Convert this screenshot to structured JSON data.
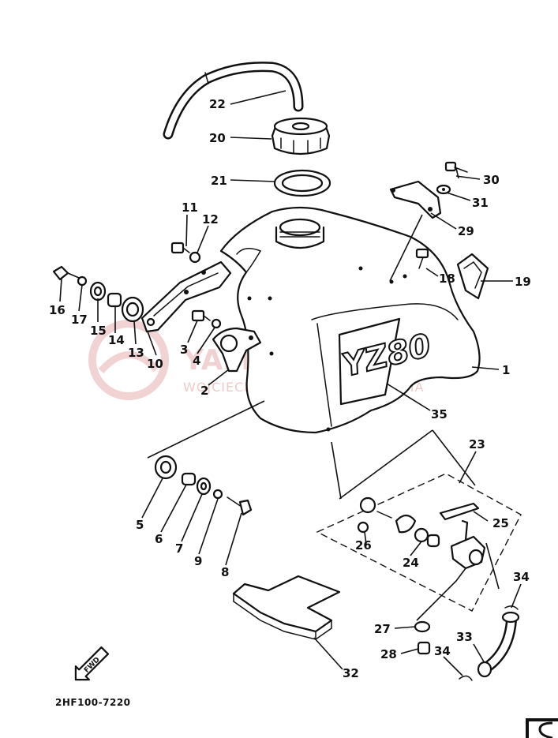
{
  "diagram": {
    "drawing_code": "2HF100-7220",
    "fwd_label": "FWD",
    "decal_text": "YZ80",
    "watermark": {
      "main": "YAMA-SKLEP.PL",
      "sub": "WOJCIECHOWICZ DEALER YAMAHA"
    },
    "callouts": {
      "c1": "1",
      "c2": "2",
      "c3": "3",
      "c4": "4",
      "c5": "5",
      "c6": "6",
      "c7": "7",
      "c8": "8",
      "c9": "9",
      "c10": "10",
      "c11": "11",
      "c12": "12",
      "c13": "13",
      "c14": "14",
      "c15": "15",
      "c16": "16",
      "c17": "17",
      "c18": "18",
      "c19": "19",
      "c20": "20",
      "c21": "21",
      "c22": "22",
      "c23": "23",
      "c24": "24",
      "c25": "25",
      "c26": "26",
      "c27": "27",
      "c28": "28",
      "c29": "29",
      "c30": "30",
      "c31": "31",
      "c32": "32",
      "c33": "33",
      "c34a": "34",
      "c34b": "34",
      "c35": "35"
    }
  }
}
